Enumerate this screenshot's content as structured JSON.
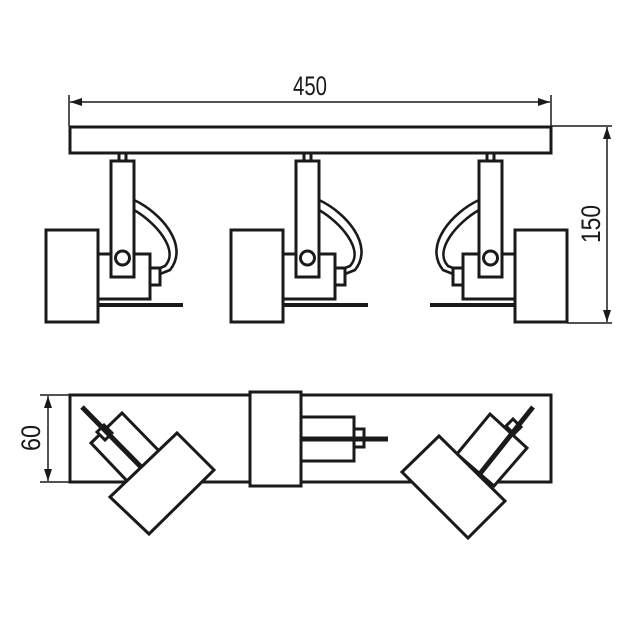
{
  "diagram": {
    "type": "technical-drawing",
    "subject": "3-spot ceiling lamp fixture",
    "views": [
      "front-view",
      "top-view"
    ],
    "dimensions": {
      "width": "450",
      "height": "150",
      "depth": "60"
    },
    "spot_count": 3,
    "colors": {
      "line": "#1a1a1a",
      "background": "#ffffff"
    }
  }
}
